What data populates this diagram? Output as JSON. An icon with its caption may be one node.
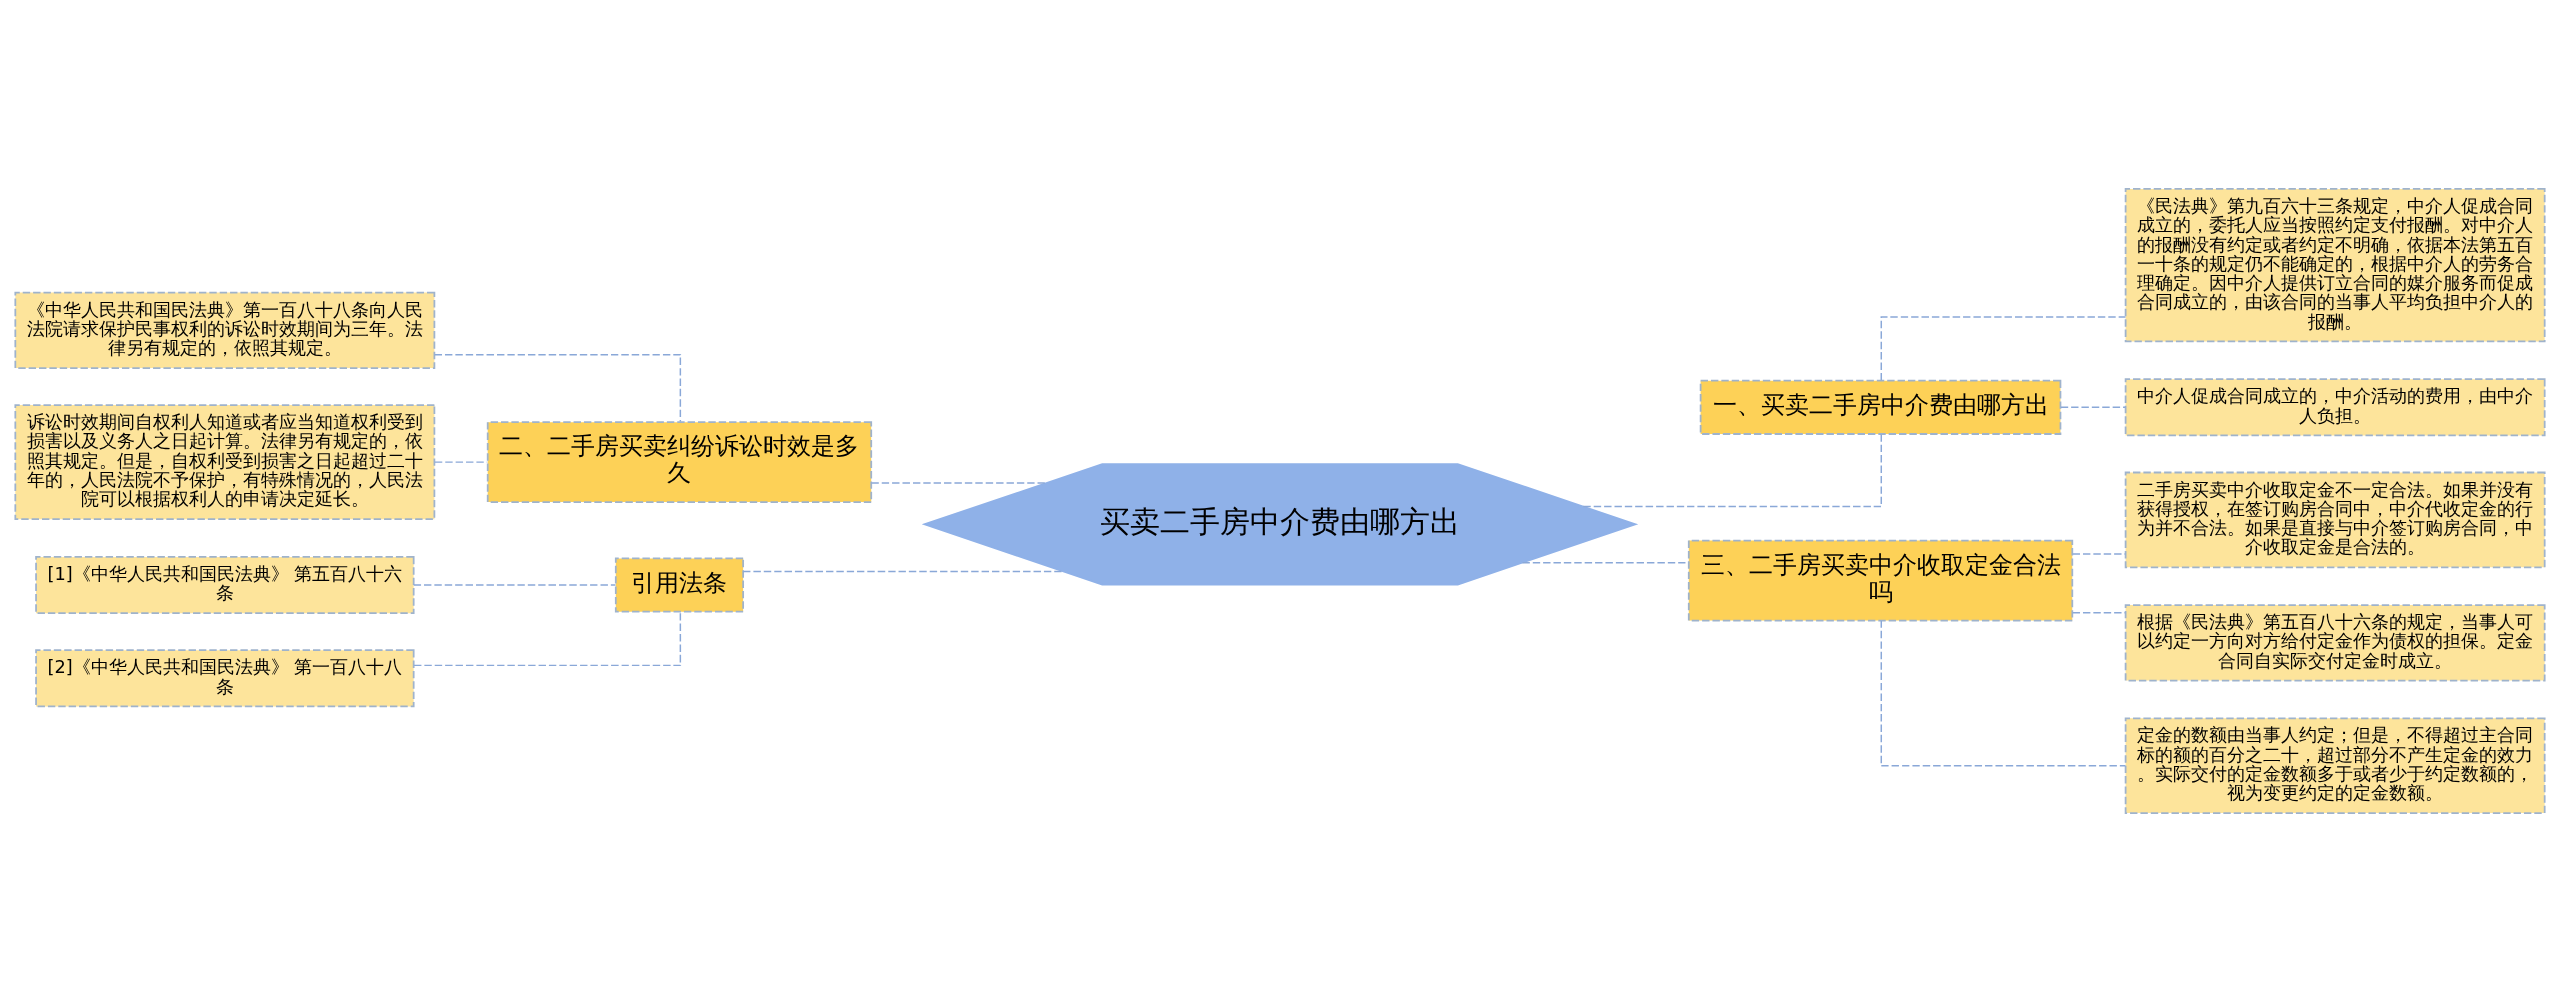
{
  "diagram": {
    "nodes": [
      {
        "text": [
          "买卖二手房中介费由哪方出"
        ]
      },
      {
        "text": [
          "一、买卖二手房中介费由哪方出"
        ]
      },
      {
        "text": [
          "《民法典》第九百六十三条规定，中介人促成合同成立的，委托人应当按照约定支付报酬。对中介人的报酬没有约定或者约定不明确，依据本法第五百一十条的规定仍不能确定的，根据中介人的劳务合理确定。因中介人提供订立合同的媒介服务而促成合同成立的，由该合同的当事人平均负担中介人的报酬。"
        ]
      },
      {
        "text": [
          "中介人促成合同成立的，中介活动的费用，由中介人负担。"
        ]
      },
      {
        "text": [
          "二、二手房买卖纠纷诉讼时效是多久"
        ]
      },
      {
        "text": [
          "《中华人民共和国民法典》第一百八十八条向人民法院请求保护民事权利的诉讼时效期间为三年。法律另有规定的，依照其规定。"
        ]
      },
      {
        "text": [
          "诉讼时效期间自权利人知道或者应当知道权利受到损害以及义务人之日起计算。法律另有规定的，依照其规定。但是，自权利受到损害之日起超过二十年的，人民法院不予保护，有特殊情况的，人民法院可以根据权利人的申请决定延长。"
        ]
      },
      {
        "text": [
          "三、二手房买卖中介收取定金合法吗"
        ]
      },
      {
        "text": [
          "二手房买卖中介收取定金不一定合法。如果并没有获得授权，在签订购房合同中，中介代收定金的行为并不合法。如果是直接与中介签订购房合同，中介收取定金是合法的。"
        ]
      },
      {
        "text": [
          "根据《民法典》第五百八十六条的规定，当事人可以约定一方向对方给付定金作为债权的担保。定金合同自实际交付定金时成立。"
        ]
      },
      {
        "text": [
          "定金的数额由当事人约定；但是，不得超过主合同标的额的百分之二十，超过部分不产生定金的效力。实际交付的定金数额多于或者少于约定数额的，视为变更约定的定金数额。"
        ]
      },
      {
        "text": [
          "引用法条"
        ]
      },
      {
        "text": [
          "[1]《中华人民共和国民法典》 第五百八十六条"
        ]
      },
      {
        "text": [
          "[2]《中华人民共和国民法典》 第一百八十八条"
        ]
      }
    ],
    "edges": [
      {
        "from": 0,
        "to": 1,
        "arrow": "none",
        "style": "dashed"
      },
      {
        "from": 1,
        "to": 2,
        "arrow": "none",
        "style": "dashed"
      },
      {
        "from": 1,
        "to": 3,
        "arrow": "none",
        "style": "dashed"
      },
      {
        "from": 0,
        "to": 4,
        "arrow": "none",
        "style": "dashed"
      },
      {
        "from": 4,
        "to": 5,
        "arrow": "none",
        "style": "dashed"
      },
      {
        "from": 4,
        "to": 6,
        "arrow": "none",
        "style": "dashed"
      },
      {
        "from": 0,
        "to": 7,
        "arrow": "none",
        "style": "dashed"
      },
      {
        "from": 7,
        "to": 8,
        "arrow": "none",
        "style": "dashed"
      },
      {
        "from": 7,
        "to": 9,
        "arrow": "none",
        "style": "dashed"
      },
      {
        "from": 7,
        "to": 10,
        "arrow": "none",
        "style": "dashed"
      },
      {
        "from": 0,
        "to": 11,
        "arrow": "none",
        "style": "dashed"
      },
      {
        "from": 11,
        "to": 12,
        "arrow": "none",
        "style": "dashed"
      },
      {
        "from": 11,
        "to": 13,
        "arrow": "none",
        "style": "dashed"
      }
    ]
  }
}
